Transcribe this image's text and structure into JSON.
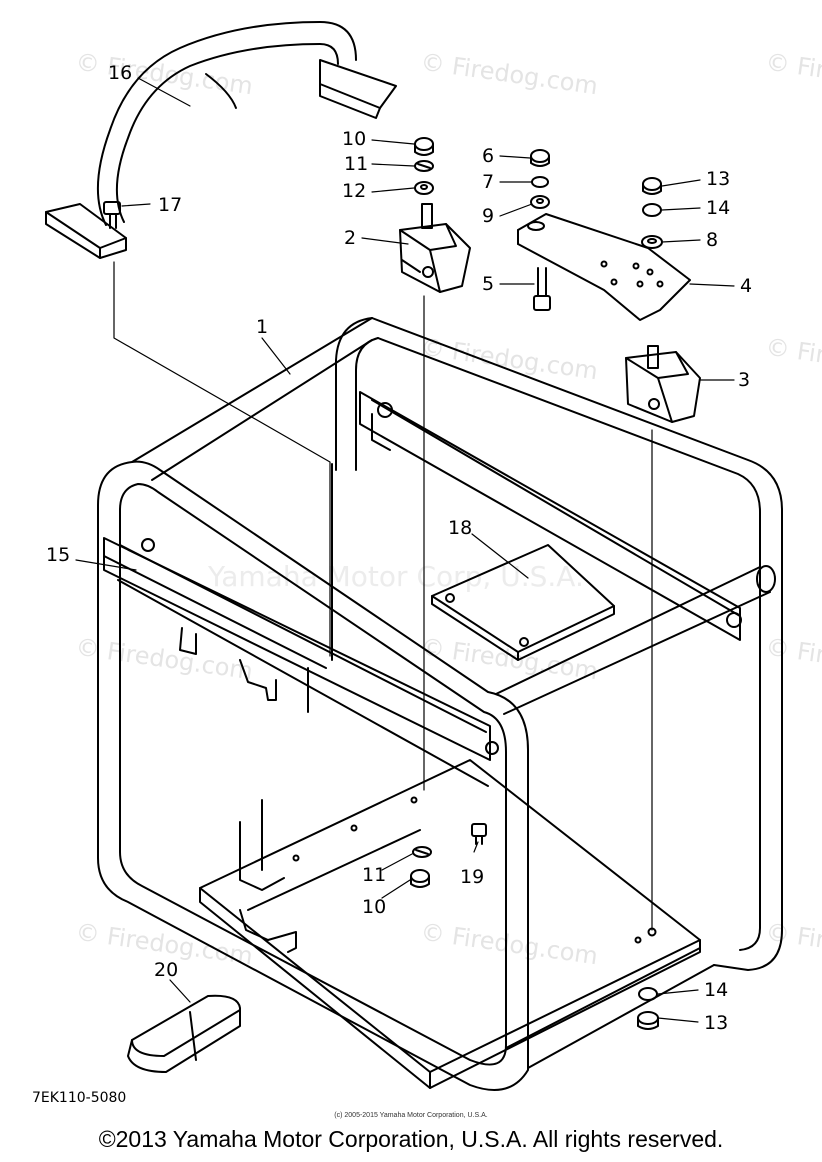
{
  "watermark": {
    "site_text": "© Firedog.com",
    "company_text": "Yamaha Motor Corp, U.S.A."
  },
  "callouts": {
    "c1": "1",
    "c2": "2",
    "c3": "3",
    "c4": "4",
    "c5": "5",
    "c6": "6",
    "c7": "7",
    "c8": "8",
    "c9": "9",
    "c10a": "10",
    "c10b": "10",
    "c11a": "11",
    "c11b": "11",
    "c12": "12",
    "c13a": "13",
    "c13b": "13",
    "c14a": "14",
    "c14b": "14",
    "c15": "15",
    "c16": "16",
    "c17": "17",
    "c18": "18",
    "c19": "19",
    "c20": "20"
  },
  "diagram_code": "7EK110-5080",
  "copyright_small": "(c) 2005-2015 Yamaha Motor Corporation, U.S.A.",
  "copyright_main": "©2013 Yamaha Motor Corporation, U.S.A. All rights reserved."
}
